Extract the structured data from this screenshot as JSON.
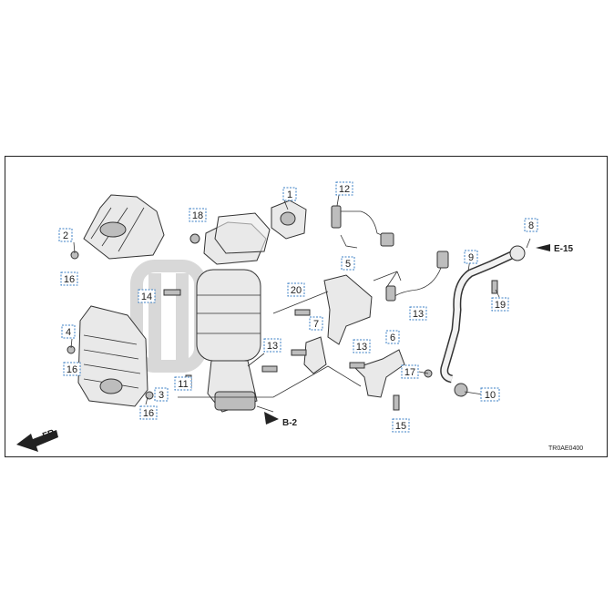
{
  "diagram": {
    "callouts": [
      {
        "num": "1"
      },
      {
        "num": "2"
      },
      {
        "num": "3"
      },
      {
        "num": "4"
      },
      {
        "num": "5"
      },
      {
        "num": "6"
      },
      {
        "num": "7"
      },
      {
        "num": "8"
      },
      {
        "num": "9"
      },
      {
        "num": "10"
      },
      {
        "num": "11"
      },
      {
        "num": "12"
      },
      {
        "num": "13"
      },
      {
        "num": "13"
      },
      {
        "num": "13"
      },
      {
        "num": "14"
      },
      {
        "num": "15"
      },
      {
        "num": "16"
      },
      {
        "num": "16"
      },
      {
        "num": "16"
      },
      {
        "num": "17"
      },
      {
        "num": "18"
      },
      {
        "num": "19"
      },
      {
        "num": "20"
      }
    ],
    "references": {
      "e15": "E-15",
      "b2": "B-2",
      "front": "FR."
    },
    "drawing_code": "TR0AE0400"
  },
  "colors": {
    "callout_border": "#3b7fc4",
    "line": "#333333",
    "part_fill": "#e9e9e9"
  }
}
